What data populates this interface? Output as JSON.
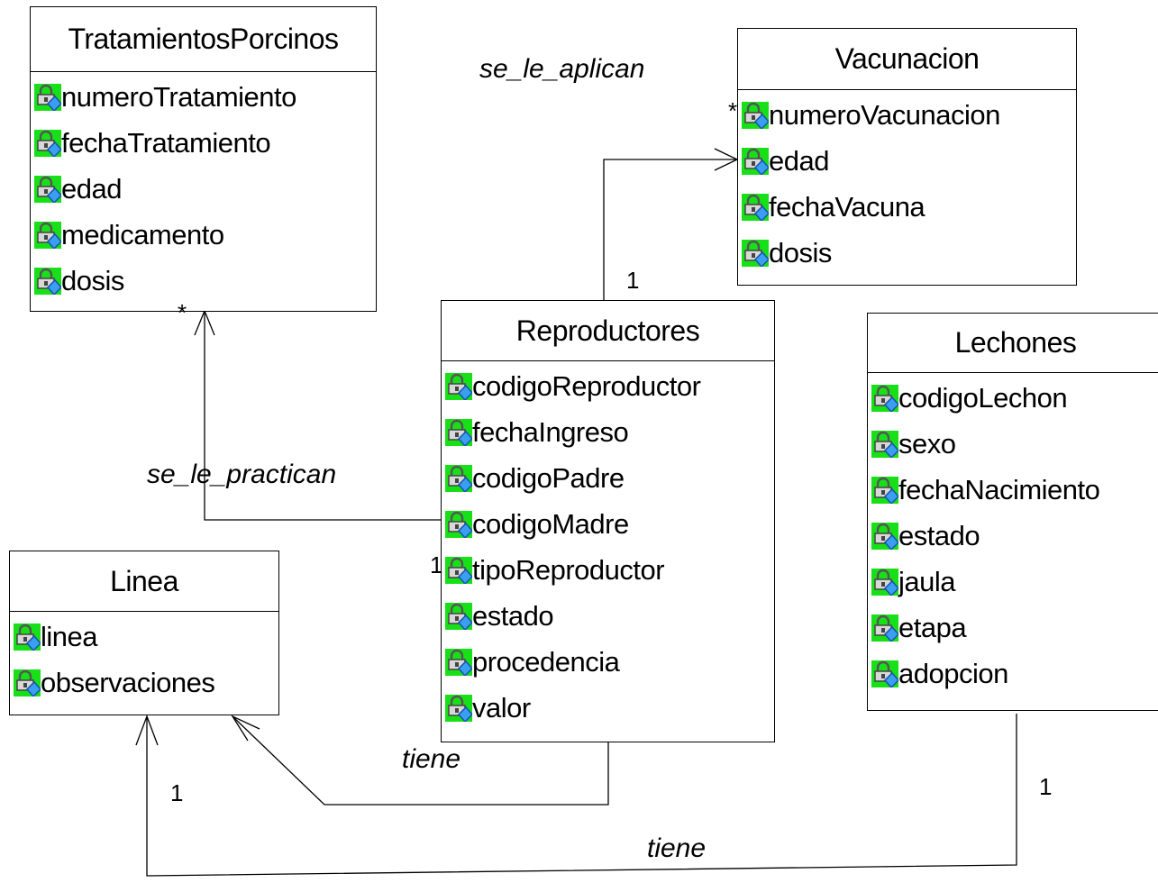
{
  "classes": {
    "tratamientos": {
      "name": "TratamientosPorcinos",
      "attributes": [
        "numeroTratamiento",
        "fechaTratamiento",
        "edad",
        "medicamento",
        "dosis"
      ]
    },
    "vacunacion": {
      "name": "Vacunacion",
      "attributes": [
        "numeroVacunacion",
        "edad",
        "fechaVacuna",
        "dosis"
      ]
    },
    "reproductores": {
      "name": "Reproductores",
      "attributes": [
        "codigoReproductor",
        "fechaIngreso",
        "codigoPadre",
        "codigoMadre",
        "tipoReproductor",
        "estado",
        "procedencia",
        "valor"
      ]
    },
    "lechones": {
      "name": "Lechones",
      "attributes": [
        "codigoLechon",
        "sexo",
        "fechaNacimiento",
        "estado",
        "jaula",
        "etapa",
        "adopcion"
      ]
    },
    "linea": {
      "name": "Linea",
      "attributes": [
        "linea",
        "observaciones"
      ]
    }
  },
  "associations": {
    "se_le_aplican": "se_le_aplican",
    "se_le_practican": "se_le_practican",
    "tiene_reproductores": "tiene",
    "tiene_lechones": "tiene"
  },
  "multiplicities": {
    "vacunacion_many": "*",
    "reproductores_one_top": "1",
    "tratamientos_many": "*",
    "reproductores_one_left": "1",
    "linea_one": "1",
    "lechones_one": "1"
  },
  "colors": {
    "icon_bg": "#18e018",
    "line": "#000000"
  },
  "icon": "lock-attribute-icon"
}
